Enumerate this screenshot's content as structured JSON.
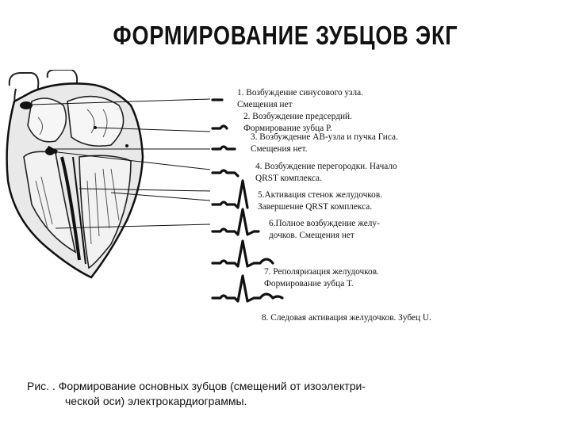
{
  "title": "ФОРМИРОВАНИЕ ЗУБЦОВ ЭКГ",
  "steps": [
    {
      "lines": [
        "1. Возбуждение синусового узла.",
        "Смещения нет"
      ]
    },
    {
      "lines": [
        "2. Возбуждение предсердий.",
        "Формирование зубца Р."
      ]
    },
    {
      "lines": [
        "3. Возбуждение АВ-узла и пучка Гиса.",
        "Смещения нет."
      ]
    },
    {
      "lines": [
        "4. Возбуждение перегородки. Начало",
        "QRST комплекса."
      ]
    },
    {
      "lines": [
        "5.Активация стенок желудочков.",
        "Завершение QRST комплекса."
      ]
    },
    {
      "lines": [
        "6.Полное возбуждение желу-",
        "дочков. Смещения нет"
      ]
    },
    {
      "lines": [
        "7.  Реполяризация желудочков.",
        "Формирование зубца Т."
      ]
    },
    {
      "lines": [
        "8.  Следовая активация  желудочков. Зубец U."
      ]
    }
  ],
  "caption": {
    "line1": "Рис.   . Формирование основных зубцов (смещений от изоэлектри-",
    "line2": "ческой оси) электрокардиограммы."
  }
}
